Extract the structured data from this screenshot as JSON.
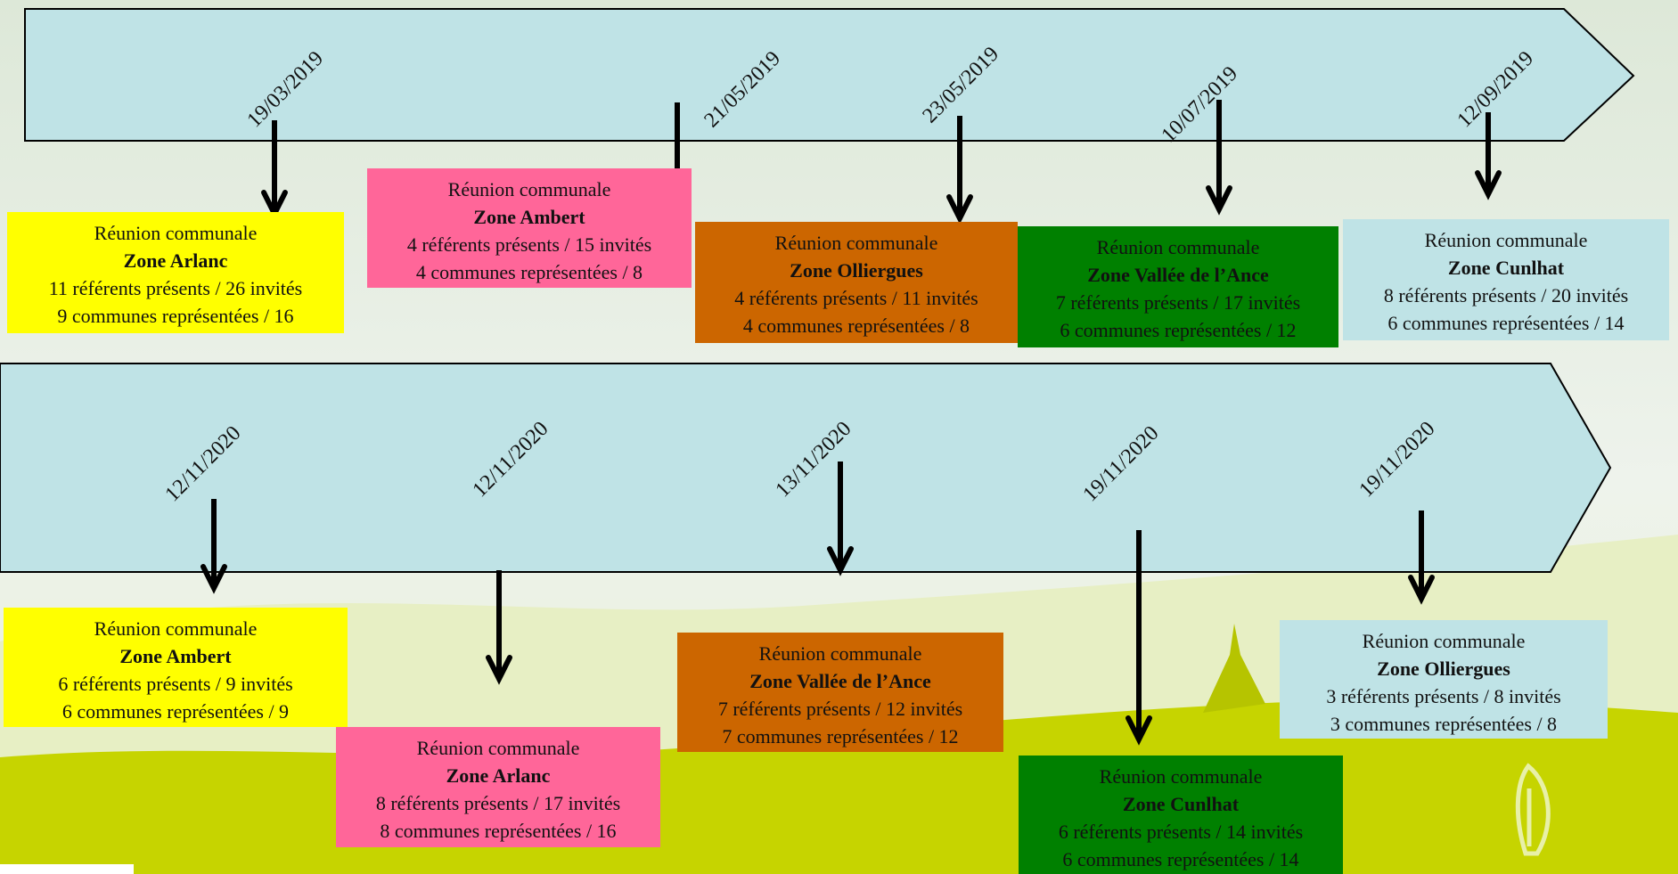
{
  "colors": {
    "arrow_fill": "#bfe3e6",
    "yellow": "#ffff00",
    "pink": "#ff6699",
    "orange": "#cc6600",
    "green": "#008000",
    "light_blue": "#bfe3e6"
  },
  "timeline_2019": [
    {
      "date": "19/03/2019",
      "title": "Réunion communale",
      "zone": "Zone Arlanc",
      "referents": "11 référents présents / 26 invités",
      "communes": "9 communes représentées / 16",
      "color": "#ffff00"
    },
    {
      "date": "21/05/2019",
      "title": "Réunion communale",
      "zone": "Zone Ambert",
      "referents": "4 référents présents / 15 invités",
      "communes": "4 communes représentées / 8",
      "color": "#ff6699"
    },
    {
      "date": "23/05/2019",
      "title": "Réunion communale",
      "zone": "Zone Olliergues",
      "referents": "4 référents présents / 11 invités",
      "communes": "4 communes représentées / 8",
      "color": "#cc6600"
    },
    {
      "date": "10/07/2019",
      "title": "Réunion communale",
      "zone": "Zone Vallée de l’Ance",
      "referents": "7 référents présents / 17 invités",
      "communes": "6 communes représentées / 12",
      "color": "#008000"
    },
    {
      "date": "12/09/2019",
      "title": "Réunion communale",
      "zone": "Zone Cunlhat",
      "referents": "8 référents présents / 20 invités",
      "communes": "6 communes représentées / 14",
      "color": "#bfe3e6"
    }
  ],
  "timeline_2020": [
    {
      "date": "12/11/2020",
      "title": "Réunion communale",
      "zone": "Zone Ambert",
      "referents": "6 référents présents / 9 invités",
      "communes": "6 communes représentées / 9",
      "color": "#ffff00"
    },
    {
      "date": "12/11/2020",
      "title": "Réunion communale",
      "zone": "Zone Arlanc",
      "referents": "8 référents présents / 17 invités",
      "communes": "8 communes représentées / 16",
      "color": "#ff6699"
    },
    {
      "date": "13/11/2020",
      "title": "Réunion communale",
      "zone": "Zone Vallée de l’Ance",
      "referents": "7 référents présents / 12 invités",
      "communes": "7 communes représentées / 12",
      "color": "#cc6600"
    },
    {
      "date": "19/11/2020",
      "title": "Réunion communale",
      "zone": "Zone Cunlhat",
      "referents": "6 référents présents / 14 invités",
      "communes": "6 communes représentées / 14",
      "color": "#008000"
    },
    {
      "date": "19/11/2020",
      "title": "Réunion communale",
      "zone": "Zone Olliergues",
      "referents": "3 référents présents / 8 invités",
      "communes": "3 communes représentées / 8",
      "color": "#bfe3e6"
    }
  ]
}
